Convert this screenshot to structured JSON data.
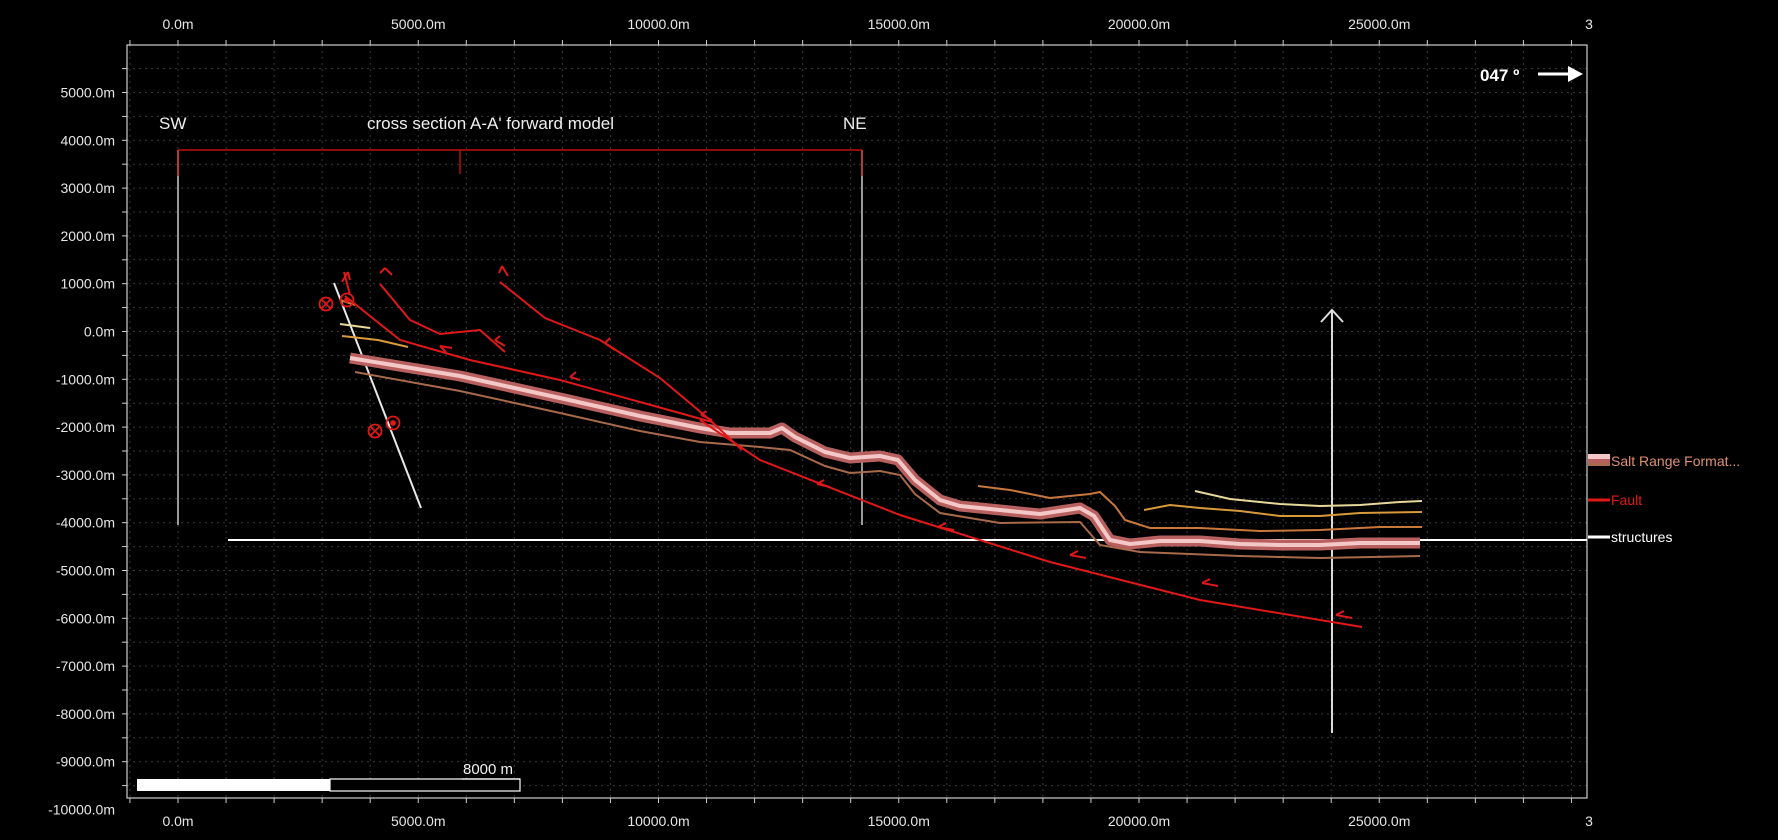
{
  "view": {
    "direction_label": "047 º",
    "direction_icon": "arrow-right-icon"
  },
  "axes": {
    "x_ticks": [
      "0.0m",
      "5000.0m",
      "10000.0m",
      "15000.0m",
      "20000.0m",
      "25000.0m",
      "3"
    ],
    "y_ticks": [
      "5000.0m",
      "4000.0m",
      "3000.0m",
      "2000.0m",
      "1000.0m",
      "0.0m",
      "-1000.0m",
      "-2000.0m",
      "-3000.0m",
      "-4000.0m",
      "-5000.0m",
      "-6000.0m",
      "-7000.0m",
      "-8000.0m",
      "-9000.0m",
      "-10000.0m"
    ]
  },
  "section_line": {
    "title": "cross section A-A' forward model",
    "left_label": "SW",
    "right_label": "NE"
  },
  "scale_bar": {
    "label": "8000 m"
  },
  "legend": [
    {
      "label": "Salt Range Format...",
      "color": "#e09070",
      "icon": "horizon-swatch-icon"
    },
    {
      "label": "Fault",
      "color": "#e01818",
      "icon": "fault-swatch-icon"
    },
    {
      "label": "structures",
      "color": "#ffffff",
      "icon": "structure-swatch-icon"
    }
  ],
  "colors": {
    "background": "#000000",
    "frame": "#cccccc",
    "grid": "#3a3a3a",
    "fault": "#e01818",
    "section": "#c01010",
    "horizon_salt": "#f5c8c8",
    "horizon_salt_outer": "#b86060",
    "horizon_brown": "#c8783c",
    "horizon_orange": "#d89a3a",
    "horizon_yellow": "#e8d89a",
    "structure": "#ffffff"
  }
}
